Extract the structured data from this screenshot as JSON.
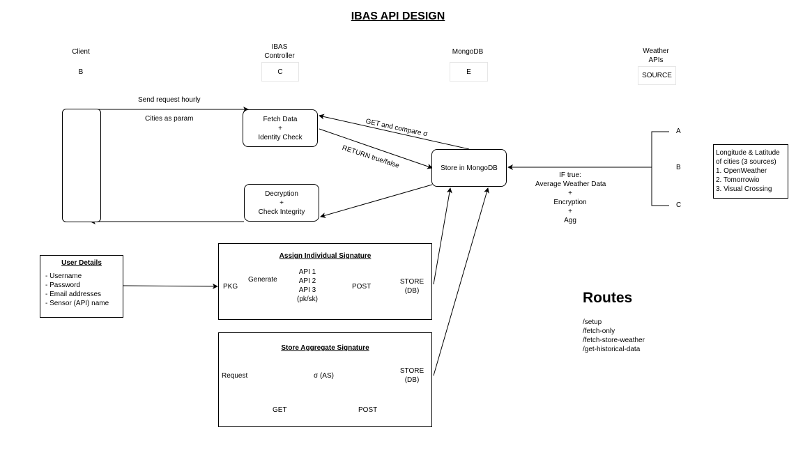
{
  "title": "IBAS API DESIGN",
  "lanes": {
    "client": {
      "name": "Client",
      "id": "B"
    },
    "controller": {
      "name_line1": "IBAS",
      "name_line2": "Controller",
      "id": "C"
    },
    "mongodb": {
      "name": "MongoDB",
      "id": "E"
    },
    "weather": {
      "name_line1": "Weather",
      "name_line2": "APIs",
      "id": "SOURCE"
    }
  },
  "nodes": {
    "fetch": {
      "l1": "Fetch Data",
      "l2": "+",
      "l3": "Identity Check"
    },
    "decrypt": {
      "l1": "Decryption",
      "l2": "+",
      "l3": "Check Integrity"
    },
    "store": "Store in MongoDB"
  },
  "edges": {
    "send_request": "Send request hourly",
    "cities_param": "Cities as param",
    "get_compare": "GET and compare σ",
    "return_tf": "RETURN true/false",
    "if_true": [
      "IF true:",
      "Average Weather Data",
      "+",
      "Encryption",
      "+",
      "Agg"
    ]
  },
  "sources": {
    "labels": [
      "A",
      "B",
      "C"
    ],
    "info": [
      "Longitude & Latitude",
      "of cities (3 sources)",
      "1. OpenWeather",
      "2. Tomorrowio",
      "3. Visual Crossing"
    ]
  },
  "user_details": {
    "title": "User Details",
    "items": [
      "- Username",
      "- Password",
      "- Email addresses",
      "- Sensor (API) name"
    ]
  },
  "assign": {
    "title": "Assign Individual Signature",
    "pkg": "PKG",
    "generate": "Generate",
    "apis": [
      "API 1",
      "API 2",
      "API 3",
      "(pk/sk)"
    ],
    "post": "POST",
    "store": [
      "STORE",
      "(DB)"
    ]
  },
  "aggregate": {
    "title": "Store Aggregate Signature",
    "request": "Request",
    "get": "GET",
    "sigma": "σ (AS)",
    "post": "POST",
    "store": [
      "STORE",
      "(DB)"
    ]
  },
  "routes": {
    "title": "Routes",
    "items": [
      "/setup",
      "/fetch-only",
      "/fetch-store-weather",
      "/get-historical-data"
    ]
  }
}
